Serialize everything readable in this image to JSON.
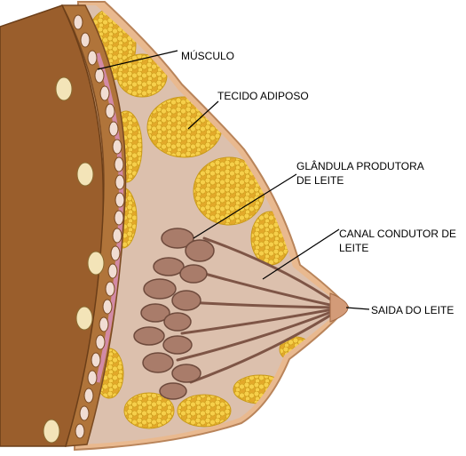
{
  "labels": {
    "muscle": "MÚSCULO",
    "adipose": "TECIDO ADIPOSO",
    "gland_l1": "GLÂNDULA PRODUTORA",
    "gland_l2": "DE LEITE",
    "duct_l1": "CANAL CONDUTOR DE",
    "duct_l2": "LEITE",
    "outlet": "SAIDA DO LEITE"
  },
  "colors": {
    "skin": "#e9b98f",
    "interior": "#dcc0ad",
    "muscle": "#b0743a",
    "muscle_dark": "#7a4a22",
    "fat": "#f2c43a",
    "fat_edge": "#c99a18",
    "gland": "#a97c6a",
    "gland_edge": "#6e4a3c",
    "rib": "#f3e4b8"
  }
}
